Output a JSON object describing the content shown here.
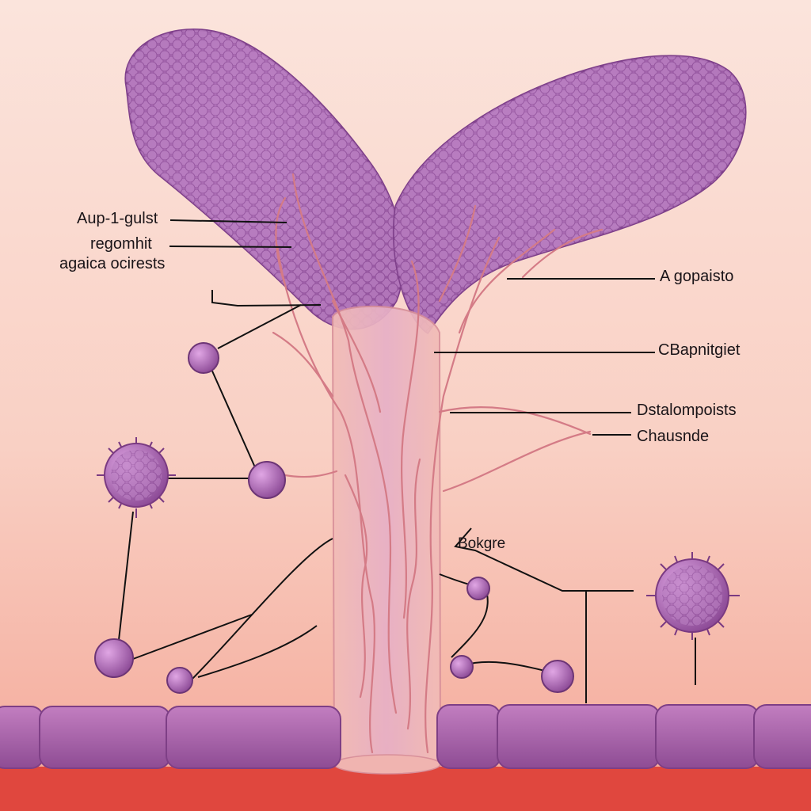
{
  "diagram": {
    "labels_left": [
      "Aup-1-gulst",
      "regomhit",
      "agaica ocirests"
    ],
    "labels_right": [
      "A gopaisto",
      "CBapnitgiet",
      "Dstalompoists",
      "Chausnde"
    ],
    "label_center": "Bokgre"
  },
  "colors": {
    "background_top": "#fbe4dc",
    "background_bottom": "#f6b0a2",
    "lobe": "#b072b8",
    "stalk": "#f0b8b4",
    "vessel": "#d47b86",
    "cell": "#a860ae",
    "membrane": "#a85aa6",
    "floor": "#e0473e",
    "leader_line": "#111111"
  },
  "icons": [
    "spiky-cell-icon",
    "round-cell-icon"
  ]
}
